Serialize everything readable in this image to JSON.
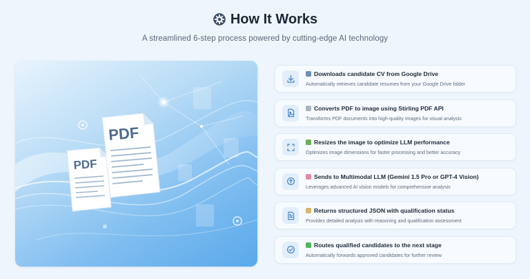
{
  "header": {
    "title": "How It Works",
    "subtitle": "A streamlined 6-step process powered by cutting-edge AI technology"
  },
  "hero": {
    "doc_large_label": "PDF",
    "doc_small_label": "PDF"
  },
  "steps": [
    {
      "title": "Downloads candidate CV from Google Drive",
      "description": "Automatically retrieves candidate resumes from your Google Drive folder",
      "icon": "download-icon",
      "emoji": "inbox-tray-emoji",
      "emoji_color": "#6d8fb8"
    },
    {
      "title": "Converts PDF to image using Stirling PDF API",
      "description": "Transforms PDF documents into high-quality images for visual analysis",
      "icon": "image-file-icon",
      "emoji": "page-emoji",
      "emoji_color": "#a9b4c2"
    },
    {
      "title": "Resizes the image to optimize LLM performance",
      "description": "Optimizes image dimensions for faster processing and better accuracy",
      "icon": "resize-icon",
      "emoji": "picture-emoji",
      "emoji_color": "#6cae57"
    },
    {
      "title": "Sends to Multimodal LLM (Gemini 1.5 Pro or GPT-4 Vision)",
      "description": "Leverages advanced AI vision models for comprehensive analysis",
      "icon": "upload-circle-icon",
      "emoji": "brain-emoji",
      "emoji_color": "#e38aa0"
    },
    {
      "title": "Returns structured JSON with qualification status",
      "description": "Provides detailed analysis with reasoning and qualification assessment",
      "icon": "document-icon",
      "emoji": "clipboard-emoji",
      "emoji_color": "#d8b56a"
    },
    {
      "title": "Routes qualified candidates to the next stage",
      "description": "Automatically forwards approved candidates for further review",
      "icon": "check-circle-icon",
      "emoji": "check-mark-emoji",
      "emoji_color": "#4fb85a"
    }
  ],
  "colors": {
    "accent": "#4a86c8",
    "icon_bg": "#e1eefb",
    "background": "#eef5fc"
  }
}
